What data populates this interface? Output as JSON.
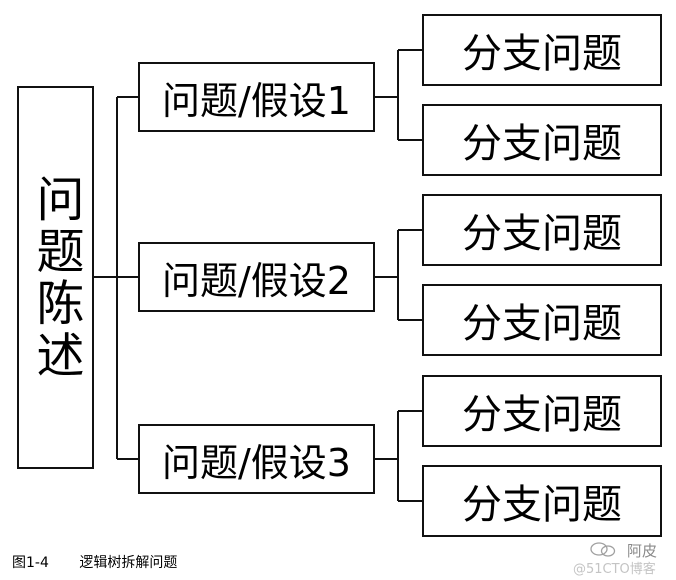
{
  "diagram": {
    "root": "问题陈述",
    "branches": [
      {
        "label": "问题/假设1",
        "children": [
          "分支问题",
          "分支问题"
        ]
      },
      {
        "label": "问题/假设2",
        "children": [
          "分支问题",
          "分支问题"
        ]
      },
      {
        "label": "问题/假设3",
        "children": [
          "分支问题",
          "分支问题"
        ]
      }
    ]
  },
  "caption": {
    "figure_number": "图1-4",
    "title": "逻辑树拆解问题"
  },
  "watermark": {
    "name": "阿皮",
    "site": "@51CTO博客"
  }
}
